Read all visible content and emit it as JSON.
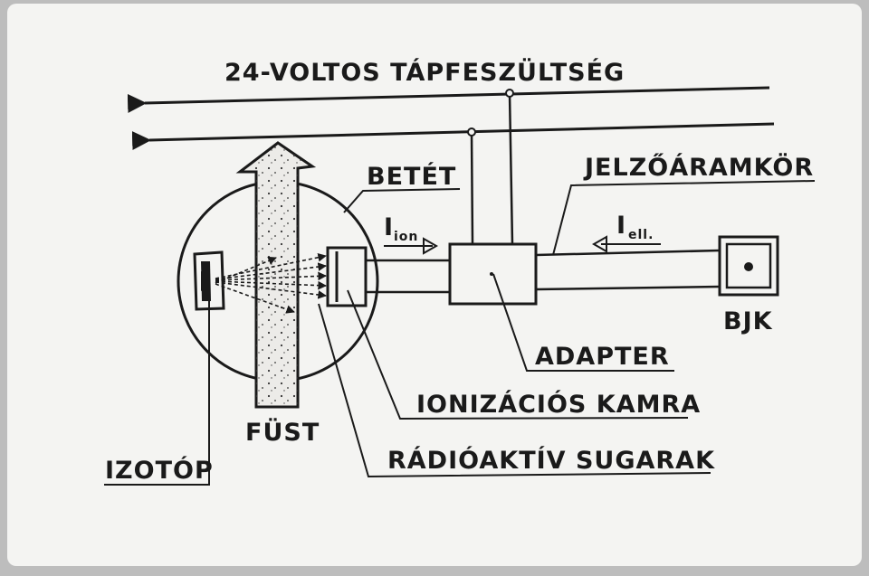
{
  "title": "24-VOLTOS TÁPFESZÜLTSÉG",
  "labels": {
    "betet": "BETÉT",
    "jelzo": "JELZŐÁRAMKÖR",
    "adapter": "ADAPTER",
    "ionizacios": "IONIZÁCIÓS KAMRA",
    "radioaktiv": "RÁDIÓAKTÍV SUGARAK",
    "fust": "FÜST",
    "izotop": "IZOTÓP",
    "bjk": "BJK"
  },
  "currents": {
    "ion_main": "I",
    "ion_sub": "ion",
    "ell_main": "I",
    "ell_sub": "ell."
  },
  "colors": {
    "ink": "#1a1a1a",
    "paper": "#f4f4f2",
    "frame": "#bdbdbd"
  }
}
